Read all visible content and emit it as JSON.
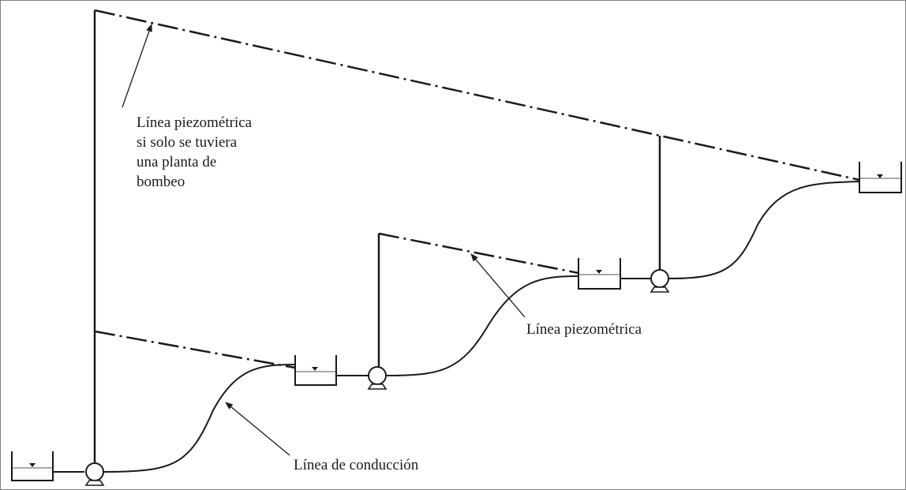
{
  "labels": {
    "hgl_single_plant": [
      "Línea piezométrica",
      "si solo se tuviera",
      "una planta de",
      "bombeo"
    ],
    "hgl": "Línea piezométrica",
    "conduction": "Línea de conducción"
  },
  "colors": {
    "ink": "#1a1a1a",
    "frame": "#7f7f7f"
  }
}
